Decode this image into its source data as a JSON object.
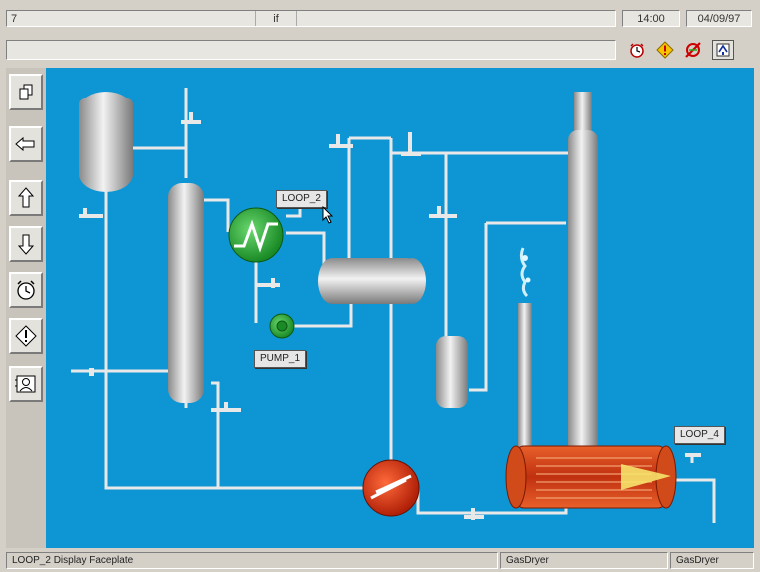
{
  "titlebar": {
    "left_text": "7",
    "mid_text": "if",
    "time": "14:00",
    "date": "04/09/97"
  },
  "toolbar_icons": [
    "alarm-clock-icon",
    "warning-diamond-icon",
    "alarm-silence-icon",
    "help-icon"
  ],
  "leftnav": [
    "copy-page-icon",
    "back-arrow-icon",
    "up-arrow-icon",
    "down-arrow-icon",
    "alarm-summary-icon",
    "alert-icon",
    "operator-icon"
  ],
  "process": {
    "tags": {
      "loop2": "LOOP_2",
      "pump1": "PUMP_1",
      "loop4": "LOOP_4"
    },
    "colors": {
      "background": "#0e95d4",
      "pipe": "#e8e8e8",
      "heat_exchanger": "#2eae3c",
      "reboiler": "#e0401a"
    }
  },
  "statusbar": {
    "message": "LOOP_2 Display Faceplate",
    "area1": "GasDryer",
    "area2": "GasDryer"
  }
}
